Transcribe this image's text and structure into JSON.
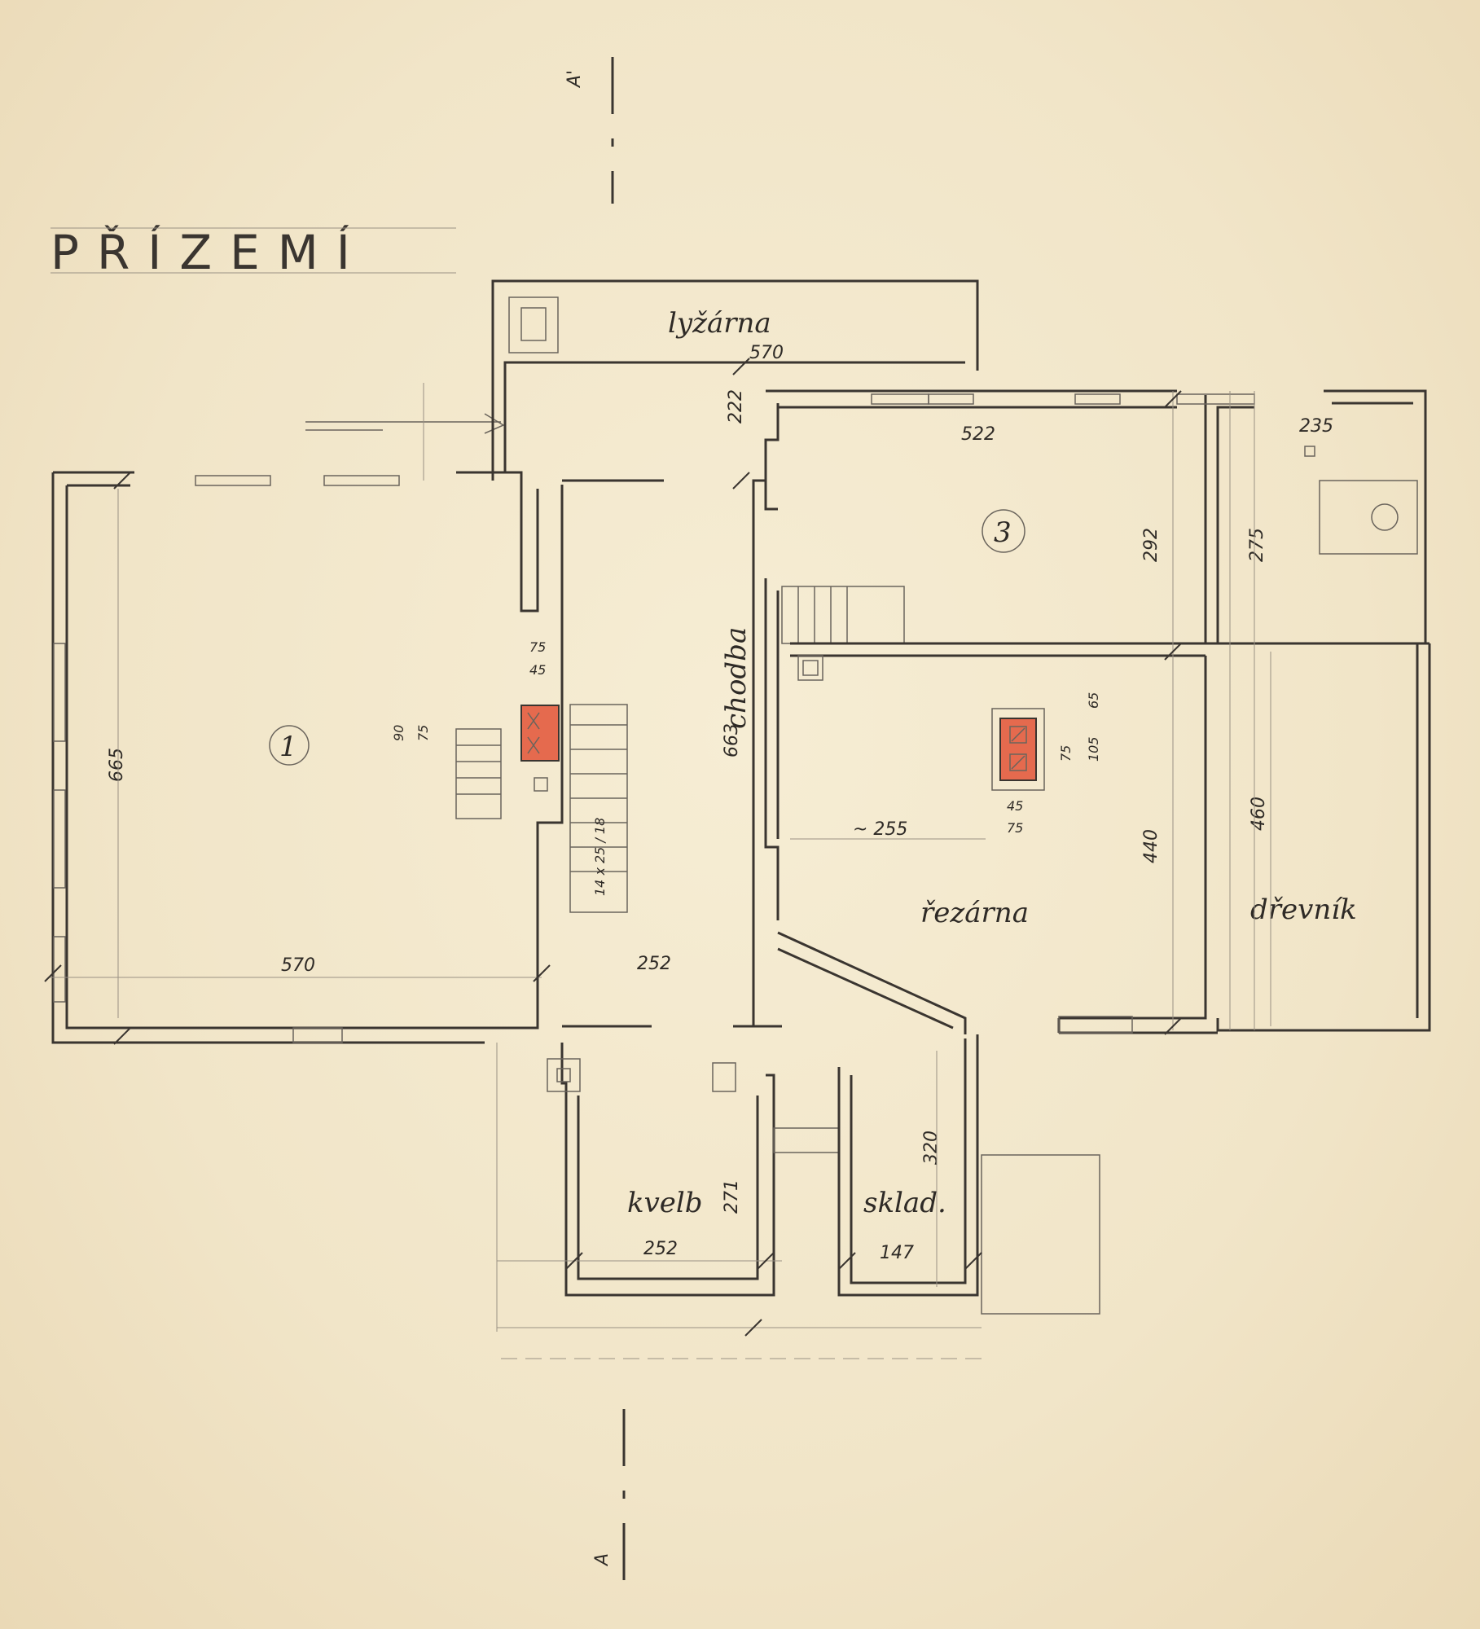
{
  "title": "PŘÍZEMÍ",
  "section_marks": {
    "top": "A'",
    "bottom": "A"
  },
  "rooms": {
    "room1": {
      "number": "1"
    },
    "room3": {
      "number": "3"
    },
    "lyzarna": {
      "label": "lyžárna"
    },
    "chodba": {
      "label": "chodba"
    },
    "rezarna": {
      "label": "řezárna"
    },
    "drevnik": {
      "label": "dřevník"
    },
    "kvelb": {
      "label": "kvelb"
    },
    "sklad": {
      "label": "sklad."
    }
  },
  "dimensions": {
    "room1_height": "665",
    "room1_width": "570",
    "lyzarna_width": "570",
    "passage_222": "222",
    "room3_width": "522",
    "room3_height": "292",
    "wc_width": "235",
    "wc_height": "275",
    "chodba_length": "663",
    "chodba_width": "252",
    "stair_note": "14 x 25 / 18",
    "stove1_75_top": "75",
    "stove1_45_top": "45",
    "stove1_90": "90",
    "stove1_75_side": "75",
    "stove2_65": "65",
    "stove2_105": "105",
    "stove2_75": "75",
    "stove2_45": "45",
    "stove2_75_bottom": "75",
    "rezarna_255": "~ 255",
    "rezarna_440": "440",
    "drevnik_460": "460",
    "kvelb_271": "271",
    "kvelb_252": "252",
    "sklad_320": "320",
    "sklad_147": "147"
  }
}
